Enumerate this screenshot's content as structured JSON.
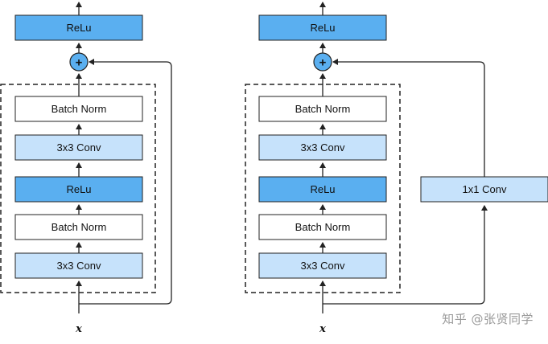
{
  "colors": {
    "dark_blue": "#5aaff0",
    "light_blue": "#c6e2fb",
    "white": "#ffffff",
    "border": "#222222"
  },
  "left_block": {
    "output_label": "ReLu",
    "add_symbol": "+",
    "layers": [
      "Batch Norm",
      "3x3 Conv",
      "ReLu",
      "Batch Norm",
      "3x3 Conv"
    ],
    "input_label": "x"
  },
  "right_block": {
    "output_label": "ReLu",
    "add_symbol": "+",
    "layers": [
      "Batch Norm",
      "3x3 Conv",
      "ReLu",
      "Batch Norm",
      "3x3 Conv"
    ],
    "shortcut_label": "1x1 Conv",
    "input_label": "x"
  },
  "watermark": "知乎 @张贤同学"
}
